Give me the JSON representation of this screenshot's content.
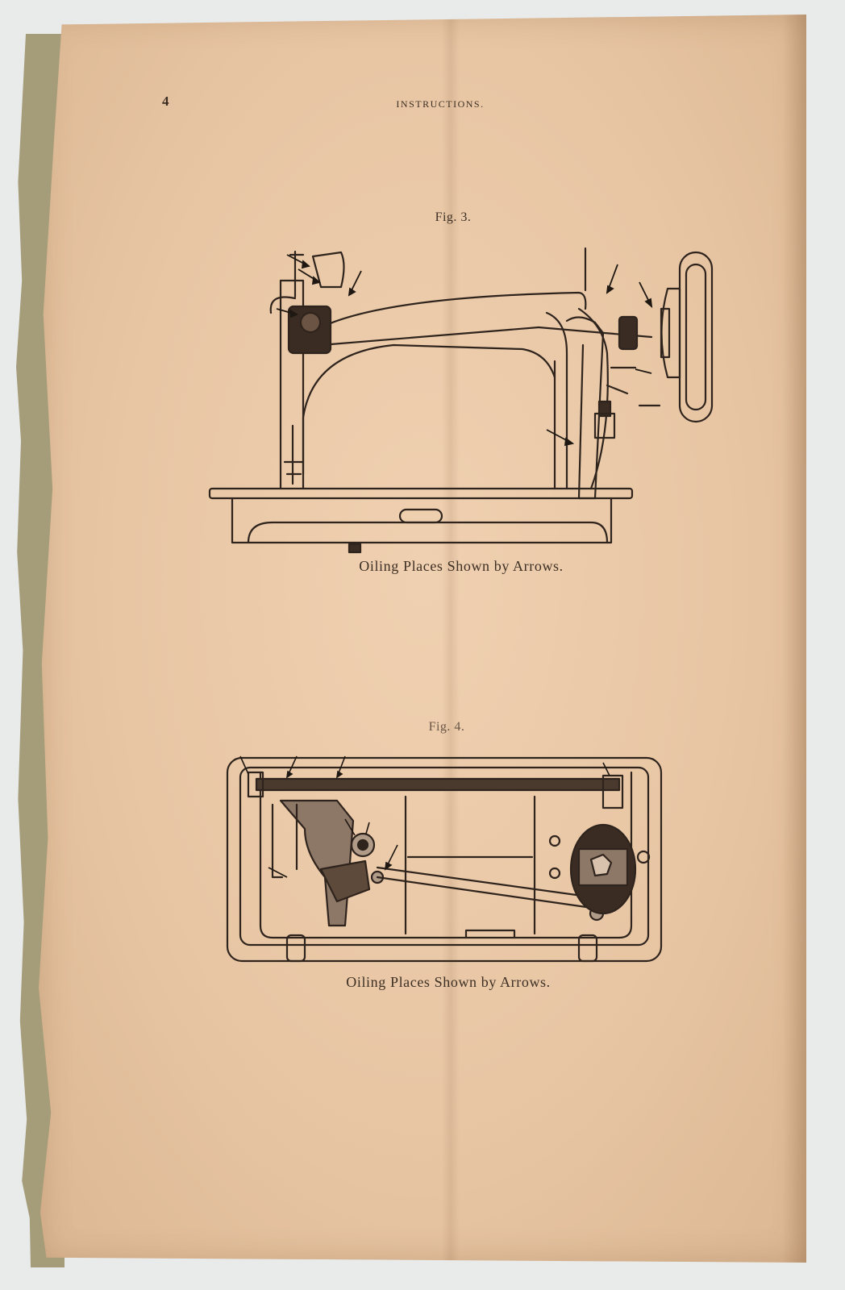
{
  "header": {
    "page_number": "4",
    "running_title": "INSTRUCTIONS."
  },
  "figures": [
    {
      "label": "Fig. 3.",
      "caption": "Oiling Places Shown by Arrows."
    },
    {
      "label": "Fig. 4.",
      "caption": "Oiling Places Shown by Arrows."
    }
  ],
  "colors": {
    "paper": "#e8c6a4",
    "ink": "#2f241d",
    "backing": "#a59d79"
  }
}
